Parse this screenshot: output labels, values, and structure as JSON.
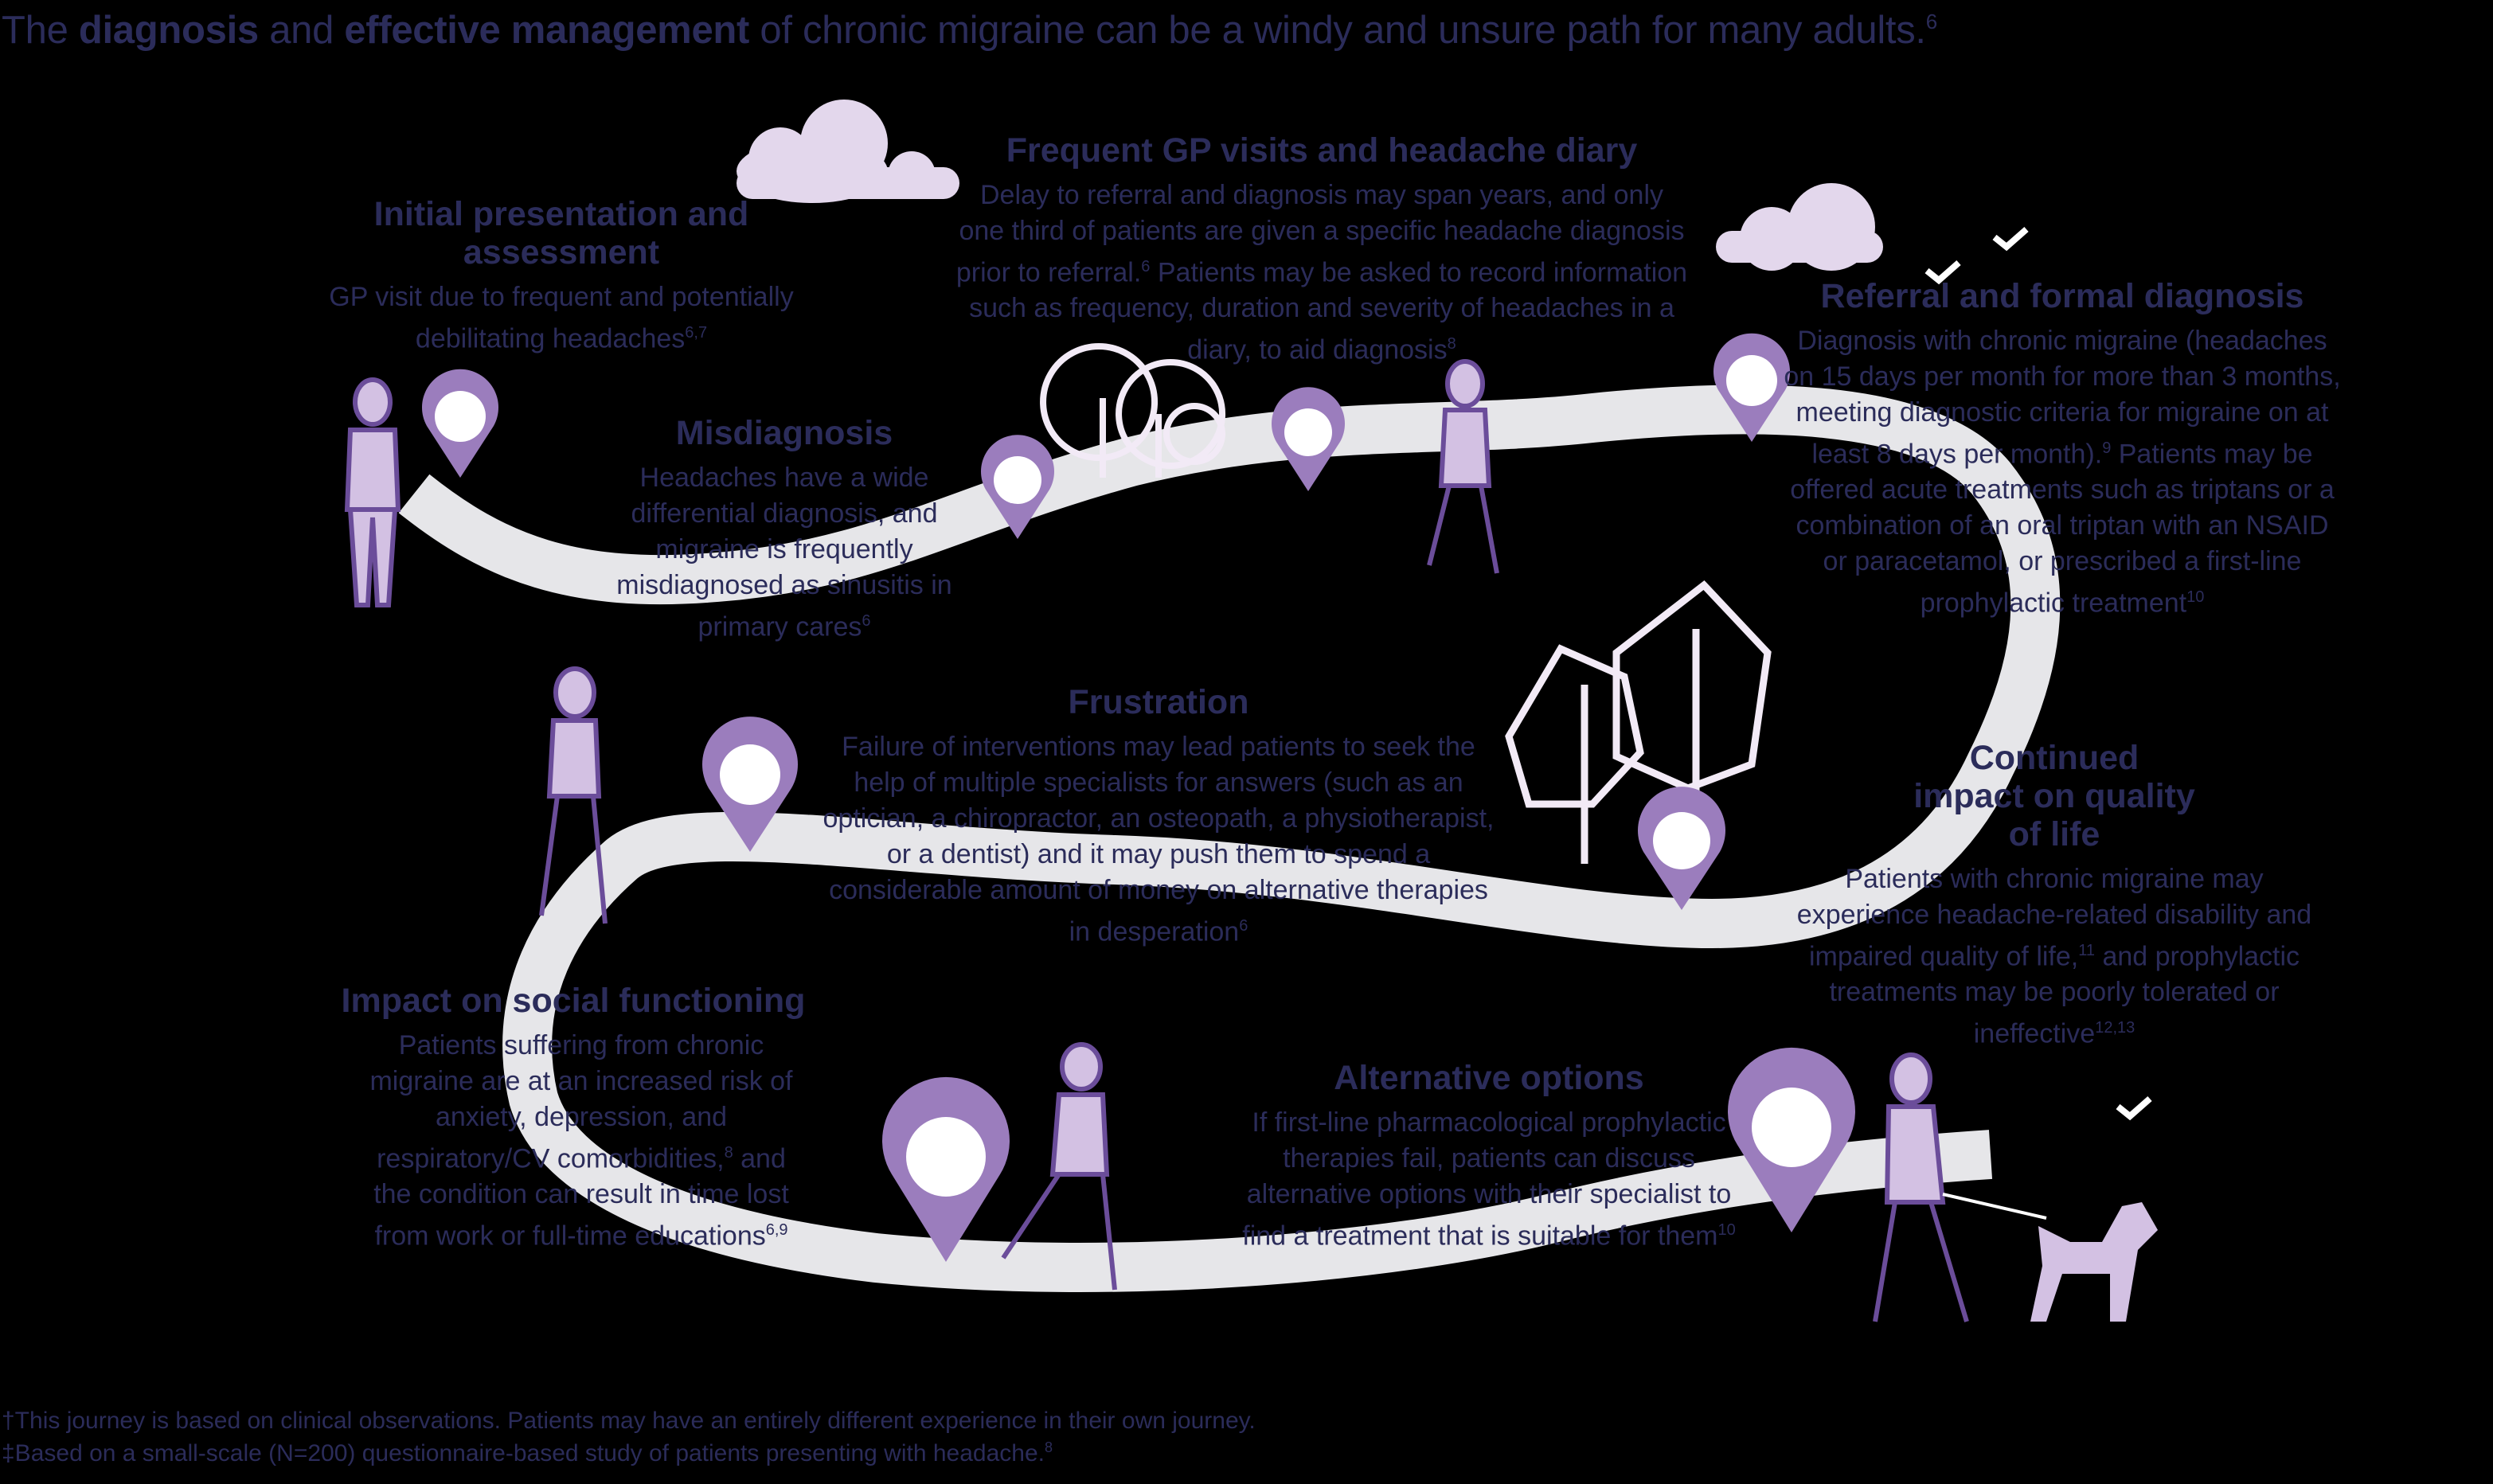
{
  "headline": {
    "t1": "The ",
    "b1": "diagnosis",
    "t2": " and ",
    "b2": "effective management",
    "t3": " of chronic migraine can be a windy and unsure path for many adults.",
    "ref": "6"
  },
  "stages": {
    "initial": {
      "title": "Initial presentation and assessment",
      "body": "GP visit due to frequent and potentially debilitating headaches",
      "ref": "6,7"
    },
    "gp_visits": {
      "title": "Frequent GP visits and headache diary",
      "body1": "Delay to referral and diagnosis may span years, and only one third of patients are given a specific headache diagnosis prior to referral.",
      "ref1": "6",
      "body2": " Patients may be asked to record information such as frequency, duration and severity of headaches in a diary, to aid diagnosis",
      "ref2": "8"
    },
    "referral": {
      "title": "Referral and formal diagnosis",
      "body1": "Diagnosis with chronic migraine (headaches on 15 days per month for more than 3 months, meeting diagnostic criteria for migraine on at least 8 days per month).",
      "ref1": "9",
      "body2": " Patients may be offered acute treatments such as triptans or a combination of an oral triptan with an NSAID or paracetamol, or prescribed a first-line prophylactic treatment",
      "ref2": "10"
    },
    "misdiagnosis": {
      "title": "Misdiagnosis",
      "body": "Headaches have a wide differential diagnosis, and migraine is frequently misdiagnosed as sinusitis in primary cares",
      "ref": "6"
    },
    "frustration": {
      "title": "Frustration",
      "body": "Failure of interventions may lead patients to seek the help of multiple specialists for answers (such as an optician, a chiropractor, an osteopath, a physiotherapist, or a dentist) and it may push them to spend a considerable amount of money on alternative therapies in desperation",
      "ref": "6"
    },
    "impact_qol": {
      "title": "Continued impact on quality of life",
      "body1": "Patients with chronic migraine may experience headache-related disability and impaired quality of life,",
      "ref1": "11",
      "body2": " and prophylactic treatments may be poorly tolerated or ineffective",
      "ref2": "12,13"
    },
    "social": {
      "title": "Impact on social functioning",
      "body1": "Patients suffering from chronic migraine are at an increased risk of anxiety, depression, and respiratory/CV comorbidities,",
      "ref1": "8",
      "body2": " and the condition can result in time lost from work or full-time educations",
      "ref2": "6,9"
    },
    "alternative": {
      "title": "Alternative options",
      "body": "If first-line pharmacological prophylactic therapies fail, patients can discuss alternative options with their specialist to find a treatment that is suitable for them",
      "ref": "10"
    }
  },
  "footnotes": {
    "dagger": "†This journey is based on clinical observations. Patients may have an entirely different experience in their own journey.",
    "ddagger": "‡Based on a small-scale (N=200) questionnaire-based study of patients presenting with headache.",
    "ddagger_ref": "8"
  },
  "colors": {
    "background": "#000000",
    "text": "#2b2c5a",
    "road": "#e6e6e9",
    "pin": "#9b7dbd",
    "pin_dark": "#7a5aa6",
    "figure": "#6b4d9a",
    "figure_fill": "#d3c1e3",
    "cloud": "#e3d7ec",
    "tree": "#f2eaf6"
  },
  "icons": [
    "location-pin-icon",
    "person-icon",
    "dog-icon",
    "tree-icon",
    "cloud-icon",
    "bird-icon"
  ]
}
